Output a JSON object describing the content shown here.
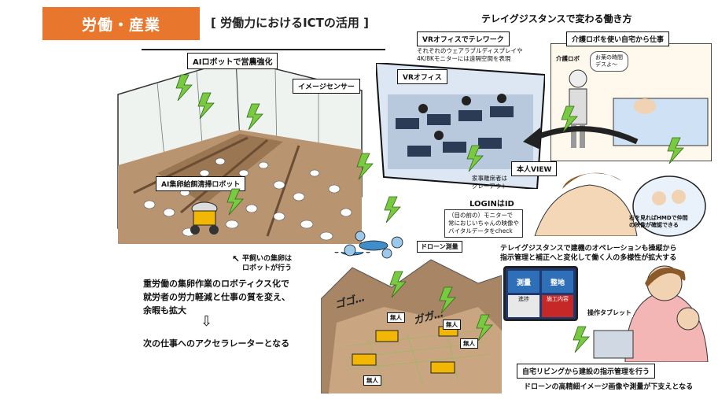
{
  "header": {
    "category": "労働・産業",
    "title": "[ 労働力におけるICTの活用 ]"
  },
  "farm": {
    "heading": "AIロボットで営農強化",
    "image_sensor": "イメージセンサー",
    "robot_label": "AI集卵給餌清掃ロボット",
    "robot_note_line1": "平飼いの集卵は",
    "robot_note_line2": "ロボットが行う",
    "body_line1": "重労働の集卵作業のロボティクス化で",
    "body_line2": "就労者の労力軽減と仕事の質を変え、",
    "body_line3": "余暇も拡大",
    "arrow": "⇩",
    "accelerator": "次の仕事へのアクセラレーターとなる"
  },
  "telework": {
    "heading": "テレイグジスタンスで変わる働き方",
    "vr_office_title": "VRオフィスでテレワーク",
    "vr_desc_line1": "それぞれのウェアラブルディスプレイや",
    "vr_desc_line2": "4K/8Kモニターには遠隔空間を表現",
    "care_robot_title": "介護ロボを使い自宅から仕事",
    "vr_office_label": "VRオフィス",
    "care_robot_small": "介護ロボ",
    "bubble_line1": "お薬の時間",
    "bubble_line2": "デスよ～",
    "absentee_line1": "家事離席者は",
    "absentee_line2": "グレーアウト",
    "person_view": "本人VIEW",
    "login": "LOGINはID",
    "monitor_line1": "（目の前の）モニターで",
    "monitor_line2": "常におじいちゃんの映像や",
    "monitor_line3": "バイタルデータをcheck",
    "hmd_line1": "右を見ればHMDで仲間",
    "hmd_line2": "の映像が確認できる"
  },
  "construction": {
    "desc_line1": "テレイグジスタンスで建機のオペレーションも操縦から",
    "desc_line2": "指示管理と補正へと変化して働く人の多様性が拡大する",
    "drone_survey": "ドローン測量",
    "screen_survey": "測量",
    "screen_grading": "整地",
    "screen_progress": "進捗",
    "screen_construction": "施工内容",
    "tablet": "操作タブレット",
    "unmanned": "無人",
    "sound_1": "ゴゴ…",
    "sound_2": "ガガ…",
    "home_living": "自宅リビングから建設の指示管理を行う",
    "footer": "ドローンの高精細イメージ画像や測量が下支えとなる"
  },
  "colors": {
    "accent_orange": "#e8762c",
    "lightning_green": "#7ac943",
    "soil_brown": "#8b6a4a",
    "screen_blue": "#1f3a73"
  }
}
